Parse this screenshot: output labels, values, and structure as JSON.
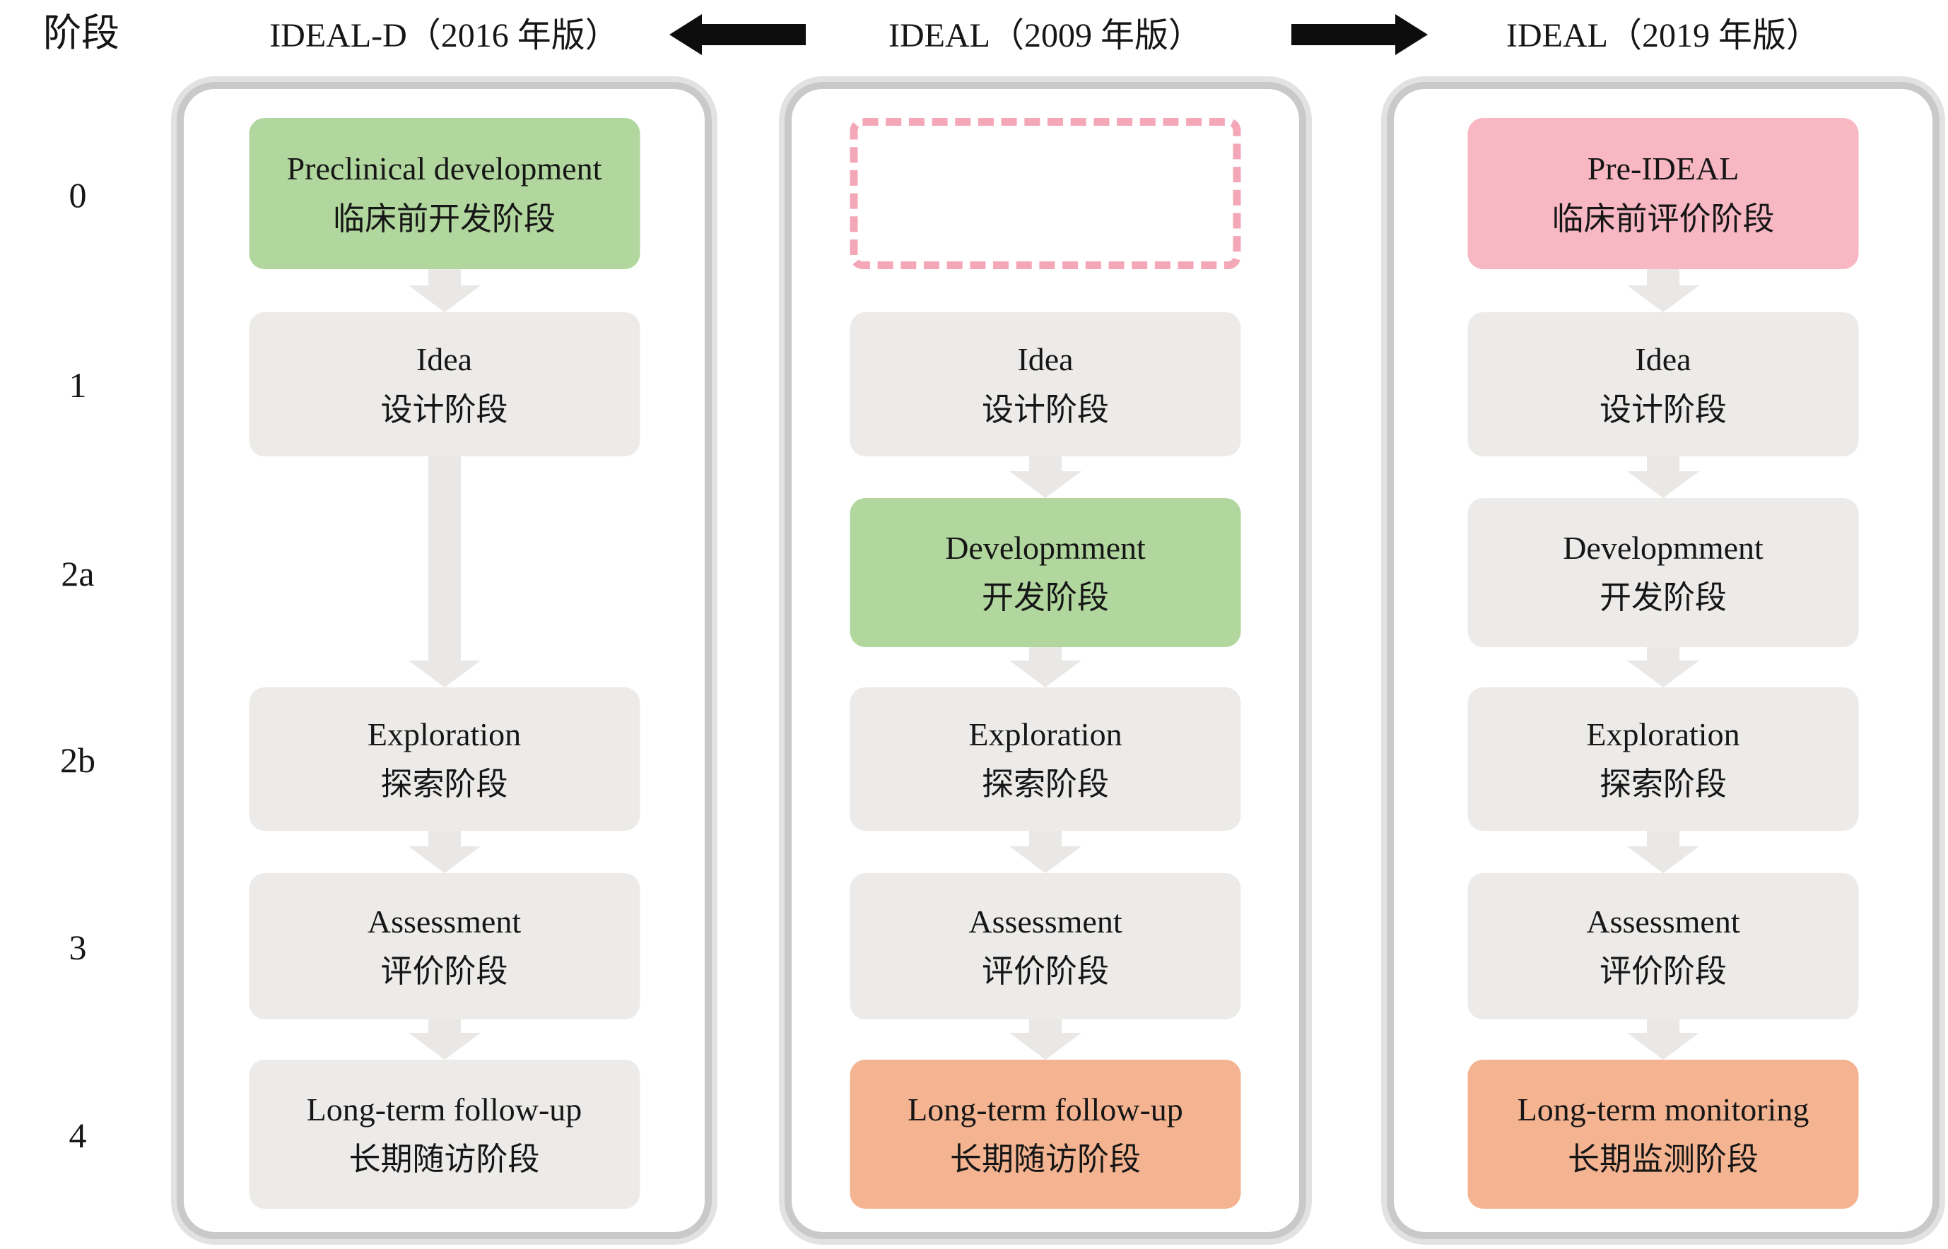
{
  "figure": {
    "stage_column_label": "阶段",
    "stage_labels": [
      "0",
      "1",
      "2a",
      "2b",
      "3",
      "4"
    ]
  },
  "headers": {
    "left": "IDEAL-D（2016 年版）",
    "middle": "IDEAL（2009 年版）",
    "right": "IDEAL（2019 年版）"
  },
  "flows": {
    "ideal_d_2016": {
      "stage0": {
        "en": "Preclinical development",
        "zh": "临床前开发阶段"
      },
      "stage1": {
        "en": "Idea",
        "zh": "设计阶段"
      },
      "stage2b": {
        "en": "Exploration",
        "zh": "探索阶段"
      },
      "stage3": {
        "en": "Assessment",
        "zh": "评价阶段"
      },
      "stage4": {
        "en": "Long-term follow-up",
        "zh": "长期随访阶段"
      }
    },
    "ideal_2009": {
      "stage1": {
        "en": "Idea",
        "zh": "设计阶段"
      },
      "stage2a": {
        "en": "Developmment",
        "zh": "开发阶段"
      },
      "stage2b": {
        "en": "Exploration",
        "zh": "探索阶段"
      },
      "stage3": {
        "en": "Assessment",
        "zh": "评价阶段"
      },
      "stage4": {
        "en": "Long-term follow-up",
        "zh": "长期随访阶段"
      }
    },
    "ideal_2019": {
      "stage0": {
        "en": "Pre-IDEAL",
        "zh": "临床前评价阶段"
      },
      "stage1": {
        "en": "Idea",
        "zh": "设计阶段"
      },
      "stage2a": {
        "en": "Developmment",
        "zh": "开发阶段"
      },
      "stage2b": {
        "en": "Exploration",
        "zh": "探索阶段"
      },
      "stage3": {
        "en": "Assessment",
        "zh": "评价阶段"
      },
      "stage4": {
        "en": "Long-term monitoring",
        "zh": "长期监测阶段"
      }
    }
  },
  "colors": {
    "green": "#b1d79e",
    "pink": "#f7b7c3",
    "orange": "#f4b491",
    "gray-box": "#ecebe9",
    "dashed-pink": "#f3a7b7",
    "arrow": "#e9e8e6",
    "frame-border": "#c9c9c9",
    "frame-halo": "#e2e2e2",
    "ink": "#161616",
    "arrow-black": "#0d0d0d"
  }
}
